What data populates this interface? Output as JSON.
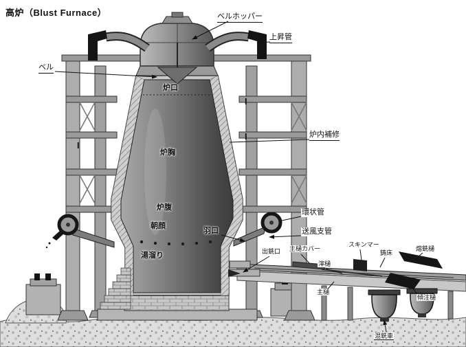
{
  "title": "高炉（Blust Furnace）",
  "beam_mark": "I",
  "colors": {
    "ink": "#111111",
    "steel_light": "#c9c9c9",
    "steel_mid": "#9a9a9a",
    "furnace_body_dark": "#3c3c3c",
    "background": "#ffffff"
  },
  "labels": {
    "bell_hopper": "ベルホッパー",
    "uptake_pipe": "上昇管",
    "bell": "ベル",
    "throat": "炉口",
    "shaft": "炉胸",
    "inner_repair": "炉内補修",
    "belly": "炉腹",
    "bosh": "朝顔",
    "tuyere": "羽口",
    "hearth_pool": "湯溜り",
    "bustle_pipe": "環状管",
    "blast_branch_pipe": "送風支管",
    "tap_hole": "出銑口",
    "main_runner_cover": "主樋カバー",
    "skimmer": "スキンマー",
    "cast_floor": "鋳床",
    "hot_metal_runner": "熔銑樋",
    "slag_runner": "滓樋",
    "main_runner": "主樋",
    "tilting_runner": "傾注樋",
    "torpedo_car": "混銑車"
  }
}
